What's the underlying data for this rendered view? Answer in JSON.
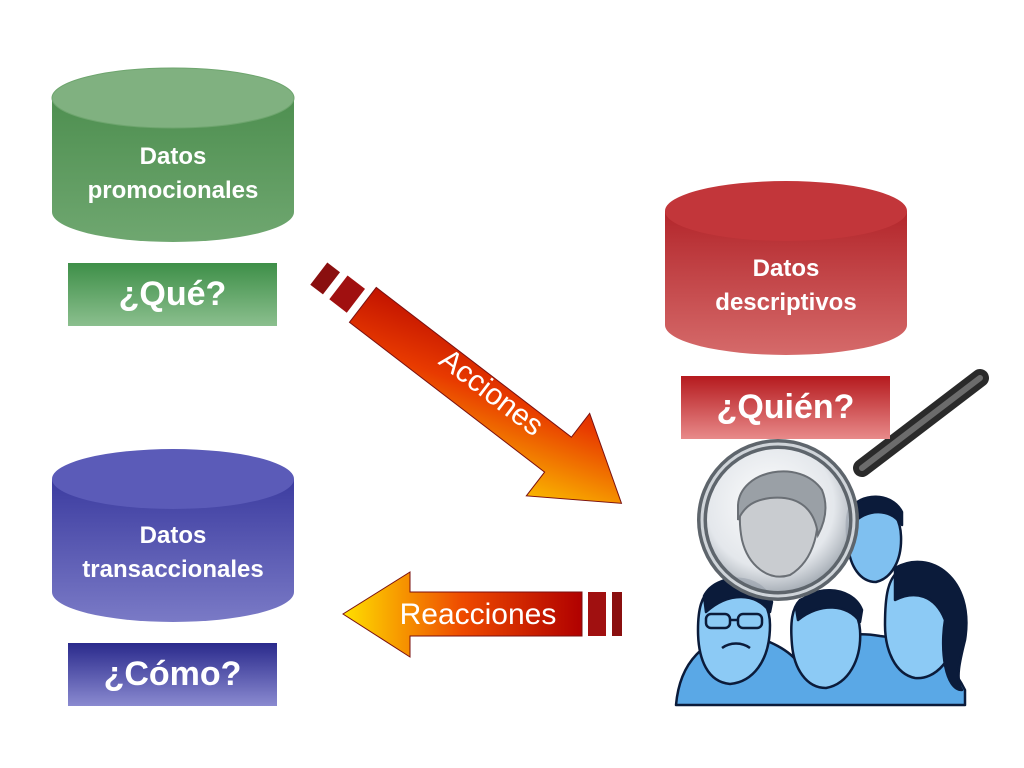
{
  "nodes": {
    "promocionales": {
      "line1": "Datos",
      "line2": "promocionales",
      "question": "¿Qué?",
      "color": "#5e9a5e"
    },
    "transaccionales": {
      "line1": "Datos",
      "line2": "transaccionales",
      "question": "¿Cómo?",
      "color": "#5050b0"
    },
    "descriptivos": {
      "line1": "Datos",
      "line2": "descriptivos",
      "question": "¿Quién?",
      "color": "#c02a2e"
    }
  },
  "arrows": {
    "acciones": "Acciones",
    "reacciones": "Reacciones"
  },
  "icons": {
    "people": "people-group-icon",
    "magnifier": "magnifying-glass-icon"
  }
}
